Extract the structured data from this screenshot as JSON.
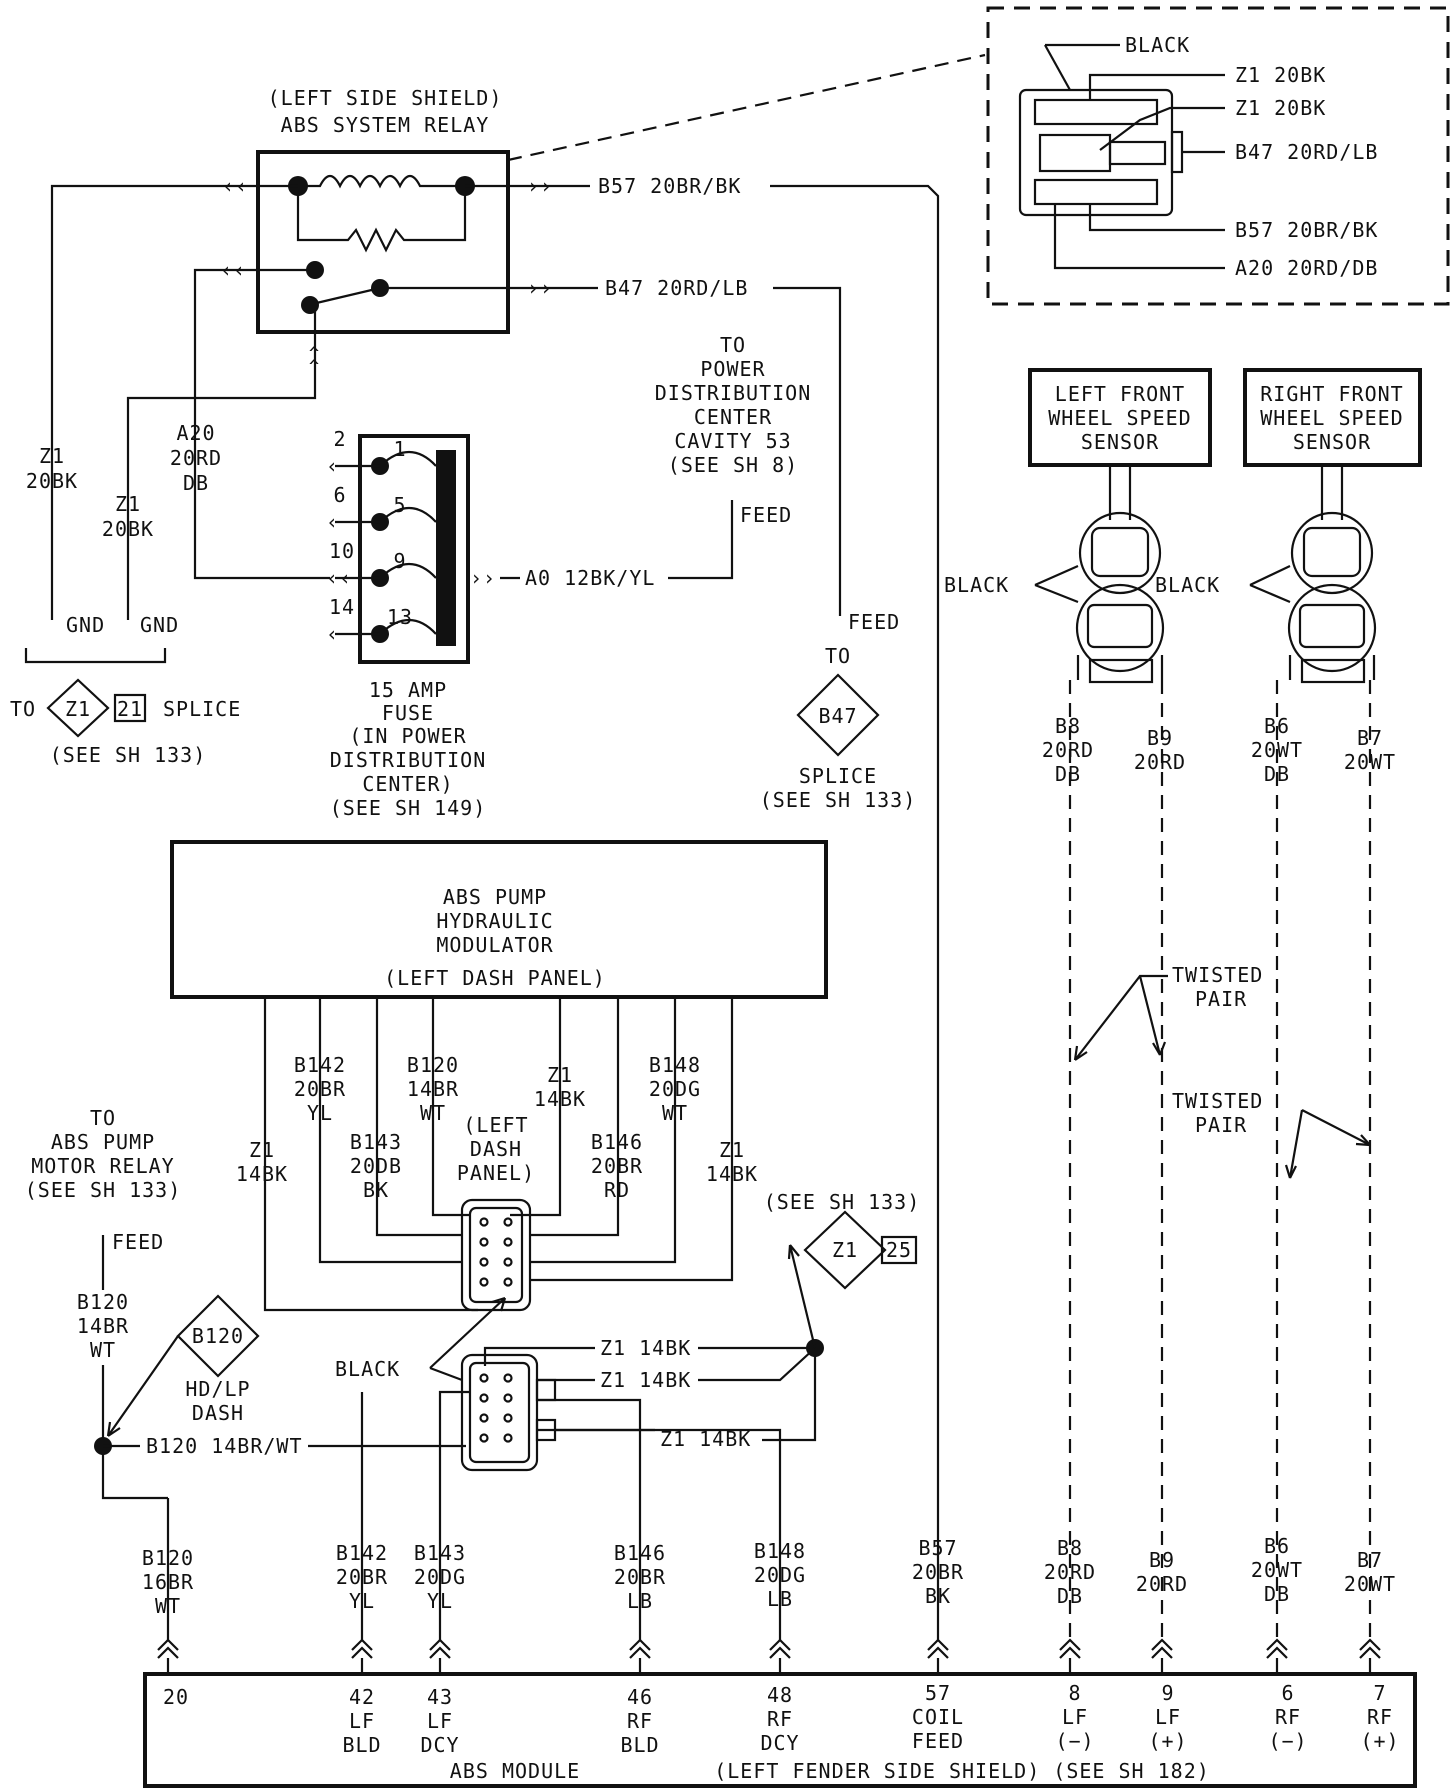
{
  "relay": {
    "title1": "(LEFT SIDE SHIELD)",
    "title2": "ABS SYSTEM RELAY"
  },
  "connector_detail": {
    "black": "BLACK",
    "z1a": "Z1 20BK",
    "z1b": "Z1 20BK",
    "b47": "B47 20RD/LB",
    "b57": "B57 20BR/BK",
    "a20": "A20 20RD/DB"
  },
  "wires": {
    "b57_top": "B57 20BR/BK",
    "b47_top": "B47 20RD/LB",
    "z1_left": [
      "Z1",
      "20BK"
    ],
    "z1_second": [
      "Z1",
      "20BK"
    ],
    "a20": [
      "A20",
      "20RD",
      "DB"
    ],
    "gnd": "GND",
    "a0": "A0 12BK/YL",
    "feed": "FEED",
    "to": "TO"
  },
  "splice_z1": {
    "to": "TO",
    "id": "Z1",
    "num": "21",
    "label": "SPLICE",
    "ref": "(SEE SH 133)"
  },
  "pdc_ref": [
    "TO",
    "POWER",
    "DISTRIBUTION",
    "CENTER",
    "CAVITY 53",
    "(SEE SH 8)"
  ],
  "fuse": {
    "pins_outer": [
      "2",
      "6",
      "10",
      "14"
    ],
    "pins_inner": [
      "1",
      "5",
      "9",
      "13"
    ],
    "caption": [
      "15 AMP",
      "FUSE",
      "(IN POWER",
      "DISTRIBUTION",
      "CENTER)",
      "(SEE SH 149)"
    ]
  },
  "splice_b47": {
    "id": "B47",
    "label": "SPLICE",
    "ref": "(SEE SH 133)"
  },
  "sensors": {
    "left": [
      "LEFT FRONT",
      "WHEEL SPEED",
      "SENSOR"
    ],
    "right": [
      "RIGHT FRONT",
      "WHEEL SPEED",
      "SENSOR"
    ],
    "black_left": "BLACK",
    "black_right": "BLACK",
    "b8": [
      "B8",
      "20RD",
      "DB"
    ],
    "b9": [
      "B9",
      "20RD"
    ],
    "b6": [
      "B6",
      "20WT",
      "DB"
    ],
    "b7": [
      "B7",
      "20WT"
    ],
    "twisted1": [
      "TWISTED",
      "PAIR"
    ],
    "twisted2": [
      "TWISTED",
      "PAIR"
    ]
  },
  "modulator": {
    "lines": [
      "ABS PUMP",
      "HYDRAULIC",
      "MODULATOR",
      "(LEFT DASH PANEL)"
    ],
    "z1_left": [
      "Z1",
      "14BK"
    ],
    "b142": [
      "B142",
      "20BR",
      "YL"
    ],
    "b143": [
      "B143",
      "20DB",
      "BK"
    ],
    "b120": [
      "B120",
      "14BR",
      "WT"
    ],
    "left_dash": [
      "(LEFT",
      "DASH",
      "PANEL)"
    ],
    "z1_mid": [
      "Z1",
      "14BK"
    ],
    "b146": [
      "B146",
      "20BR",
      "RD"
    ],
    "b148": [
      "B148",
      "20DG",
      "WT"
    ],
    "z1_right": [
      "Z1",
      "14BK"
    ]
  },
  "pump_relay_ref": [
    "TO",
    "ABS PUMP",
    "MOTOR RELAY",
    "(SEE SH 133)"
  ],
  "lower": {
    "feed": "FEED",
    "b120_wire": [
      "B120",
      "14BR",
      "WT"
    ],
    "splice_b120": "B120",
    "hdlp": [
      "HD/LP",
      "DASH"
    ],
    "b120_h": "B120 14BR/WT",
    "black": "BLACK",
    "z1_1": "Z1 14BK",
    "z1_2": "Z1 14BK",
    "z1_3": "Z1 14BK",
    "see133": "(SEE SH 133)",
    "z1_splice": "Z1",
    "z1_splice_num": "25"
  },
  "module_wires": [
    [
      "B120",
      "16BR",
      "WT"
    ],
    [
      "B142",
      "20BR",
      "YL"
    ],
    [
      "B143",
      "20DG",
      "YL"
    ],
    [
      "B146",
      "20BR",
      "LB"
    ],
    [
      "B148",
      "20DG",
      "LB"
    ],
    [
      "B57",
      "20BR",
      "BK"
    ],
    [
      "B8",
      "20RD",
      "DB"
    ],
    [
      "B9",
      "20RD"
    ],
    [
      "B6",
      "20WT",
      "DB"
    ],
    [
      "B7",
      "20WT"
    ]
  ],
  "module_pins": [
    [
      "20"
    ],
    [
      "42",
      "LF",
      "BLD"
    ],
    [
      "43",
      "LF",
      "DCY"
    ],
    [
      "46",
      "RF",
      "BLD"
    ],
    [
      "48",
      "RF",
      "DCY"
    ],
    [
      "57",
      "COIL",
      "FEED"
    ],
    [
      "8",
      "LF",
      "(−)"
    ],
    [
      "9",
      "LF",
      "(+)"
    ],
    [
      "6",
      "RF",
      "(−)"
    ],
    [
      "7",
      "RF",
      "(+)"
    ]
  ],
  "module": {
    "name": "ABS MODULE",
    "location": "(LEFT FENDER SIDE SHIELD) (SEE SH 182)"
  }
}
